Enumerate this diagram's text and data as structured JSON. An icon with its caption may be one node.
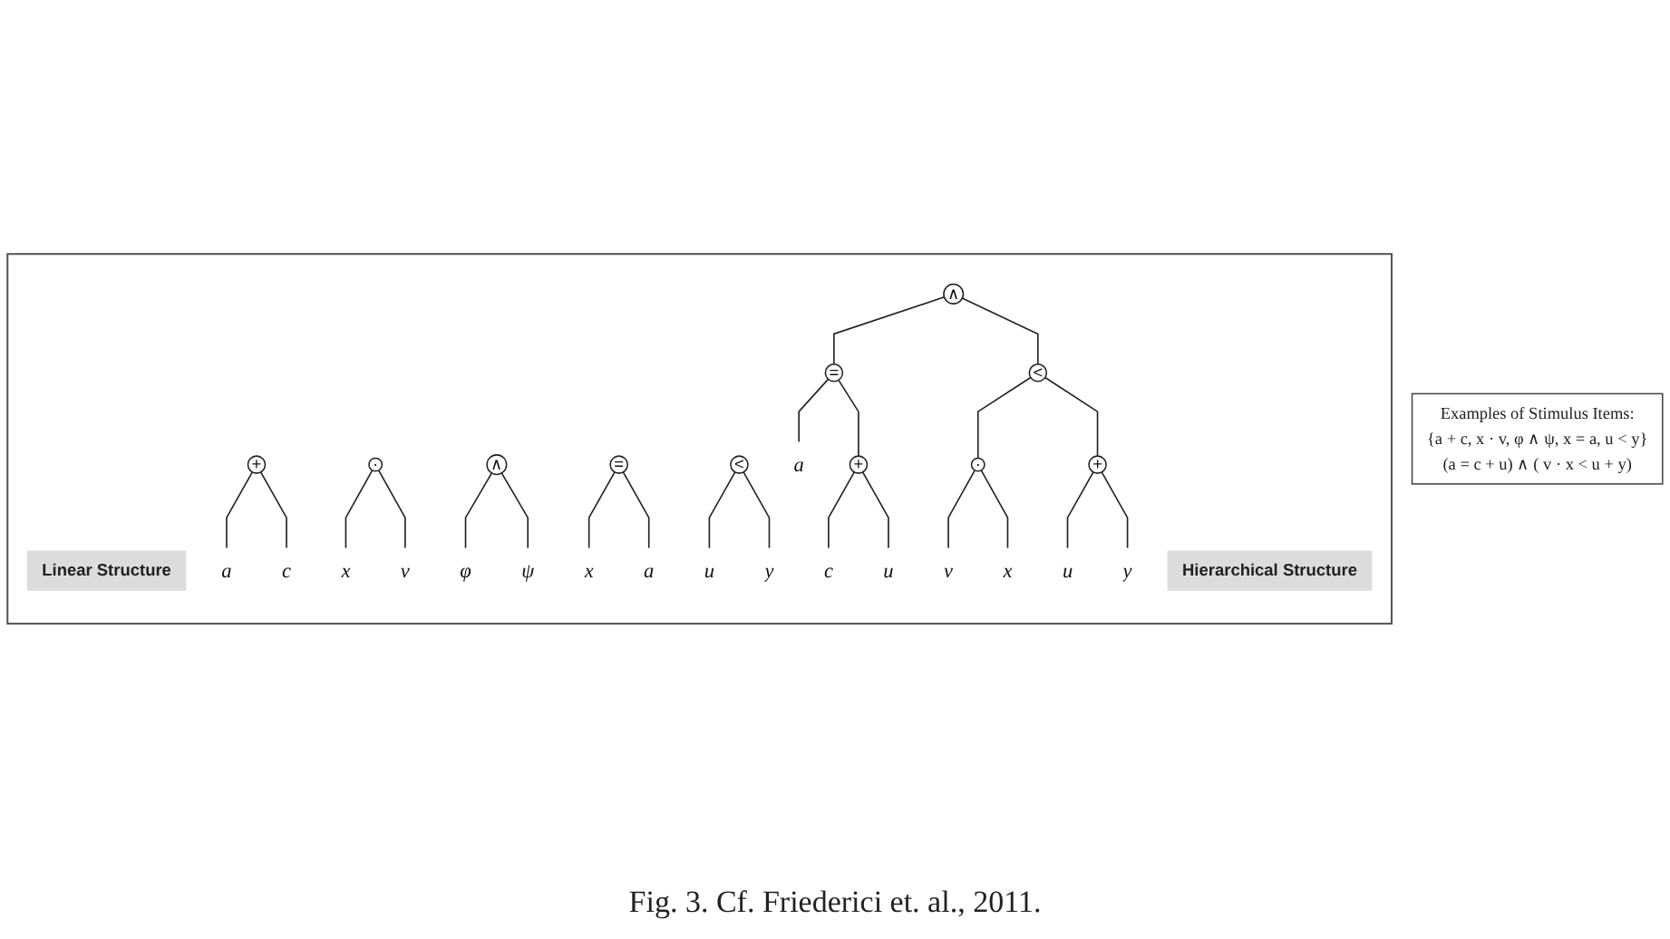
{
  "diagram": {
    "caption": "Fig. 3. Cf. Friederici et. al., 2011.",
    "nodes": [
      {
        "text": [],
        "shape": "box"
      },
      {
        "text": [
          "Linear Structure"
        ],
        "in": 0
      },
      {
        "text": [
          "Hierarchical Structure"
        ],
        "in": 0
      },
      {
        "text": [
          "+"
        ],
        "in": 0
      },
      {
        "text": [
          "a"
        ],
        "in": 0
      },
      {
        "text": [
          "c"
        ],
        "in": 0
      },
      {
        "text": [
          "·"
        ],
        "in": 0
      },
      {
        "text": [
          "x"
        ],
        "in": 0
      },
      {
        "text": [
          "v"
        ],
        "in": 0
      },
      {
        "text": [
          "∧"
        ],
        "in": 0
      },
      {
        "text": [
          "φ"
        ],
        "in": 0
      },
      {
        "text": [
          "ψ"
        ],
        "in": 0
      },
      {
        "text": [
          "="
        ],
        "in": 0
      },
      {
        "text": [
          "x"
        ],
        "in": 0
      },
      {
        "text": [
          "a"
        ],
        "in": 0
      },
      {
        "text": [
          "<"
        ],
        "in": 0
      },
      {
        "text": [
          "u"
        ],
        "in": 0
      },
      {
        "text": [
          "y"
        ],
        "in": 0
      },
      {
        "text": [
          "∧"
        ],
        "in": 0
      },
      {
        "text": [
          "="
        ],
        "in": 0
      },
      {
        "text": [
          "<"
        ],
        "in": 0
      },
      {
        "text": [
          "a"
        ],
        "in": 0
      },
      {
        "text": [
          "+"
        ],
        "in": 0
      },
      {
        "text": [
          "·"
        ],
        "in": 0
      },
      {
        "text": [
          "+"
        ],
        "in": 0
      },
      {
        "text": [
          "c"
        ],
        "in": 0
      },
      {
        "text": [
          "u"
        ],
        "in": 0
      },
      {
        "text": [
          "v"
        ],
        "in": 0
      },
      {
        "text": [
          "x"
        ],
        "in": 0
      },
      {
        "text": [
          "u"
        ],
        "in": 0
      },
      {
        "text": [
          "y"
        ],
        "in": 0
      },
      {
        "text": [
          "Examples of Stimulus Items:",
          "{a + c, x · v, φ ∧ ψ, x = a, u < y}",
          "(a = c + u) ∧ ( v · x < u + y)"
        ]
      }
    ],
    "edges": [
      {
        "from": 3,
        "to": 4,
        "arrow": "none"
      },
      {
        "from": 3,
        "to": 5,
        "arrow": "none"
      },
      {
        "from": 6,
        "to": 7,
        "arrow": "none"
      },
      {
        "from": 6,
        "to": 8,
        "arrow": "none"
      },
      {
        "from": 9,
        "to": 10,
        "arrow": "none"
      },
      {
        "from": 9,
        "to": 11,
        "arrow": "none"
      },
      {
        "from": 12,
        "to": 13,
        "arrow": "none"
      },
      {
        "from": 12,
        "to": 14,
        "arrow": "none"
      },
      {
        "from": 15,
        "to": 16,
        "arrow": "none"
      },
      {
        "from": 15,
        "to": 17,
        "arrow": "none"
      },
      {
        "from": 18,
        "to": 19,
        "arrow": "none"
      },
      {
        "from": 18,
        "to": 20,
        "arrow": "none"
      },
      {
        "from": 19,
        "to": 21,
        "arrow": "none"
      },
      {
        "from": 19,
        "to": 22,
        "arrow": "none"
      },
      {
        "from": 22,
        "to": 25,
        "arrow": "none"
      },
      {
        "from": 22,
        "to": 26,
        "arrow": "none"
      },
      {
        "from": 20,
        "to": 23,
        "arrow": "none"
      },
      {
        "from": 20,
        "to": 24,
        "arrow": "none"
      },
      {
        "from": 23,
        "to": 27,
        "arrow": "none"
      },
      {
        "from": 23,
        "to": 28,
        "arrow": "none"
      },
      {
        "from": 24,
        "to": 29,
        "arrow": "none"
      },
      {
        "from": 24,
        "to": 30,
        "arrow": "none"
      }
    ]
  }
}
